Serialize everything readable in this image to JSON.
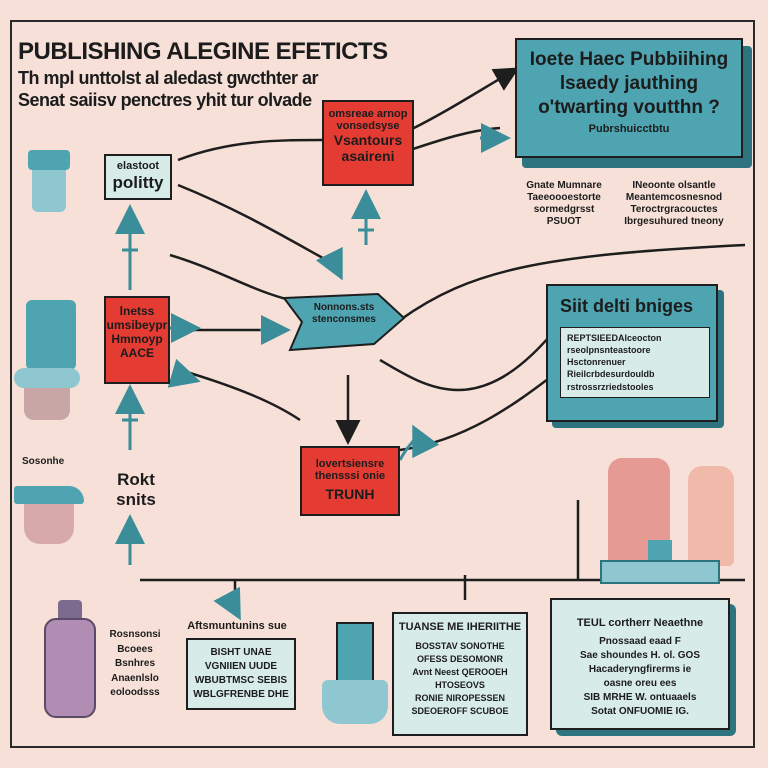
{
  "header": {
    "title": "PUBLISHING ALEGINE EFETICTS",
    "subtitle_1": "Th mpl unttolst al aledast gwcthter ar",
    "subtitle_2": "Senat saiisv penctres yhit tur olvade"
  },
  "top_right_box": {
    "lines": [
      "Ioete Haec Pubbiihing",
      "lsaedy jauthing",
      "o'twarting voutthn ?"
    ],
    "caption": "Pubrshuicctbtu"
  },
  "top_red_box": {
    "lines": [
      "omsreae arnop",
      "vonsedsyse",
      "Vsantours",
      "asaireni"
    ]
  },
  "left_label_1": {
    "lines": [
      "elastoot",
      "politty"
    ]
  },
  "left_red_box": {
    "lines": [
      "lnetss",
      "umsibeypr",
      "Hmmoyp",
      "AACE"
    ]
  },
  "left_label_2": {
    "lines": [
      "Rokt",
      "snits"
    ]
  },
  "center_arrow": {
    "lines": [
      "Nonnons.sts",
      "stenconsmes"
    ]
  },
  "center_red_box": {
    "lines": [
      "lovertsiensre",
      "thensssi onie",
      "TRUNH"
    ]
  },
  "notes_left": {
    "lines": [
      "Gnate Mumnare",
      "Taeeoooestorte",
      "sormedgrsst",
      "PSUOT"
    ]
  },
  "notes_right": {
    "lines": [
      "INeoonte olsantle",
      "Meantemcosnesnod",
      "Teroctrgracouctes",
      "Ibrgesuhured tneony"
    ]
  },
  "right_panel": {
    "header": "Siit delti bniges",
    "lines": [
      "REPTSIEEDAlceocton",
      "rseolpnsnteastoore",
      "Hsctonrenuer",
      "Rieilcrbdesurdouldb",
      "rstrossrzriedstooles"
    ]
  },
  "side_left": {
    "label": "Sosonhe"
  },
  "side_list": {
    "lines": [
      "Rosnsonsi",
      "Bcoees",
      "Bsnhres",
      "Anaenlslo",
      "eoloodsss"
    ]
  },
  "bottom_box_1": {
    "header": "Aftsmuntunins sue",
    "lines": [
      "BISHT UNAE",
      "VGNIIEN UUDE",
      "WBUBTMSC SEBIS",
      "WBLGFRENBE DHE"
    ]
  },
  "bottom_box_2": {
    "header": "TUANSE ME IHERIITHE",
    "lines": [
      "BOSSTAV SONOTHE",
      "OFESS DESOMONR",
      "Avnt Neest QEROOEH",
      "HTOSEOVS",
      "RONIE NIROPESSEN",
      "SDEOEROFF SCUBOE"
    ]
  },
  "bottom_box_3": {
    "header": "TEUL cortherr Neaethne",
    "lines": [
      "Pnossaad eaad F",
      "Sae shoundes H. ol. GOS",
      "Hacaderyngfirerms ie",
      "oasne oreu ees",
      "SIB MRHE W. ontuaaels",
      "Sotat ONFUOMIE IG."
    ]
  },
  "colors": {
    "red": "#e43b33",
    "teal": "#4fa4b2",
    "pale": "#d7ebe8",
    "background": "#f6e0d8",
    "outline": "#1e1e1e"
  }
}
